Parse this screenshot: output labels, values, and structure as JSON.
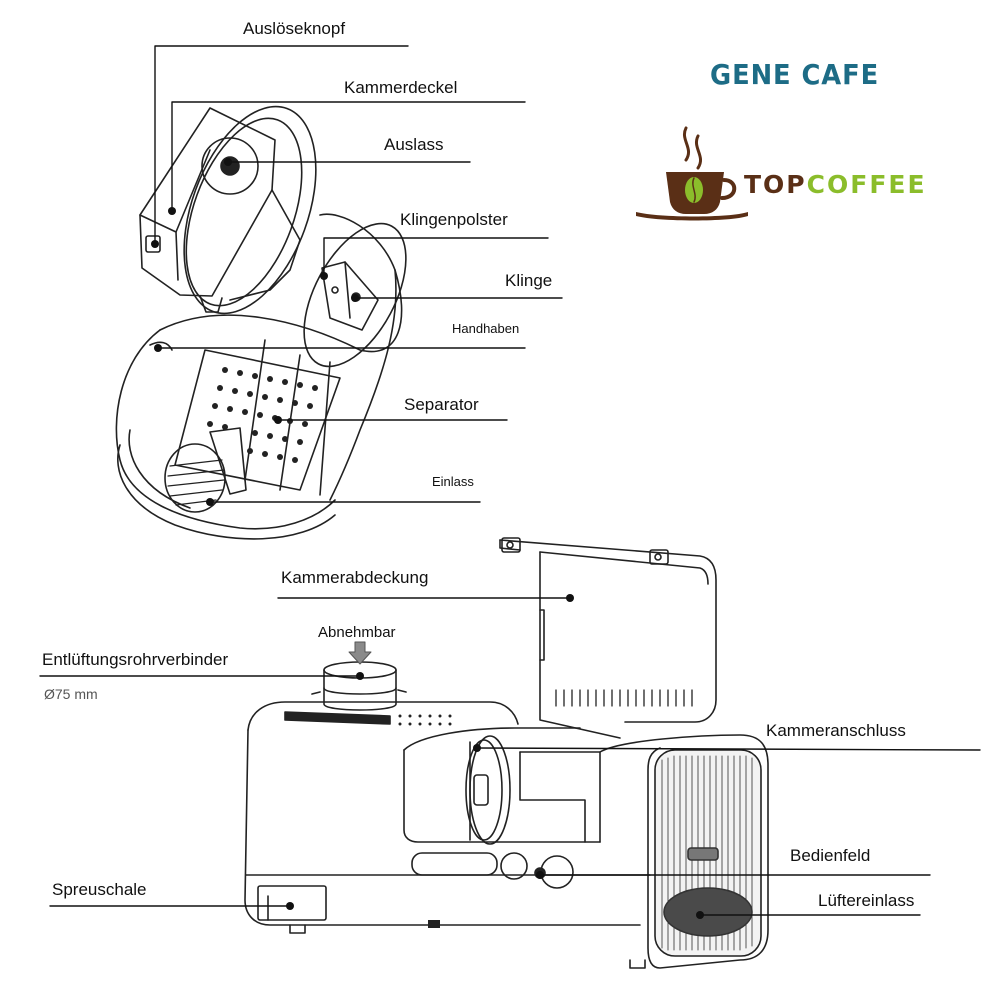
{
  "brand": {
    "logo_text": "GENE CAFE",
    "topcoffee_part1": "TOP",
    "topcoffee_part2": "COFFEE"
  },
  "colors": {
    "line": "#111111",
    "brand_blue": "#1d6c86",
    "coffee_brown": "#5a2f16",
    "coffee_green": "#8bbd2b",
    "vent_grey": "#4a4a4a"
  },
  "labels": {
    "ausloeseknopf": "Auslöseknopf",
    "kammerdeckel": "Kammerdeckel",
    "auslass": "Auslass",
    "klingenpolster": "Klingenpolster",
    "klinge": "Klinge",
    "handhaben": "Handhaben",
    "separator": "Separator",
    "einlass": "Einlass",
    "kammerabdeckung": "Kammerabdeckung",
    "abnehmbar": "Abnehmbar",
    "entlueftung": "Entlüftungsrohrverbinder",
    "durchmesser": "Ø75 mm",
    "kammeranschluss": "Kammeranschluss",
    "bedienfeld": "Bedienfeld",
    "spreuschale": "Spreuschale",
    "luftereinlass": "Lüftereinlass"
  }
}
